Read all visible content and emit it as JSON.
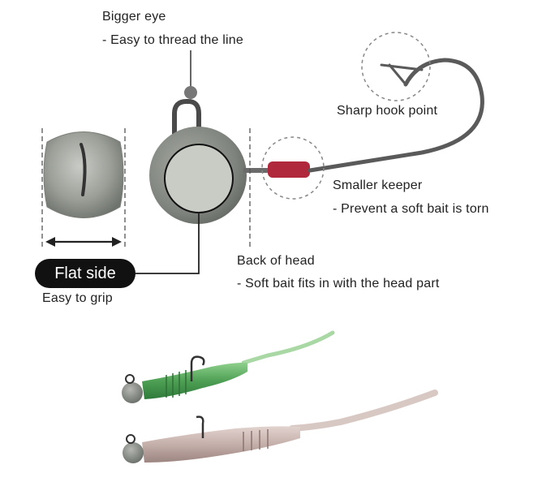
{
  "callouts": {
    "bigger_eye": {
      "title": "Bigger eye",
      "detail": "- Easy to thread the line"
    },
    "sharp_hook_point": {
      "title": "Sharp hook point"
    },
    "smaller_keeper": {
      "title": "Smaller keeper",
      "detail": "- Prevent a soft bait is torn"
    },
    "back_of_head": {
      "title": "Back of head",
      "detail": "- Soft bait fits in with the head part"
    },
    "flat_side": {
      "title": "Flat side",
      "detail": "Easy to grip"
    }
  },
  "colors": {
    "lead": "#8d918c",
    "hook_wire": "#555555",
    "keeper": "#b0283c",
    "green_worm": "#5fae62",
    "pink_worm": "#cbb7b2",
    "callout_line": "#333333",
    "dashed_circle": "#888888"
  }
}
